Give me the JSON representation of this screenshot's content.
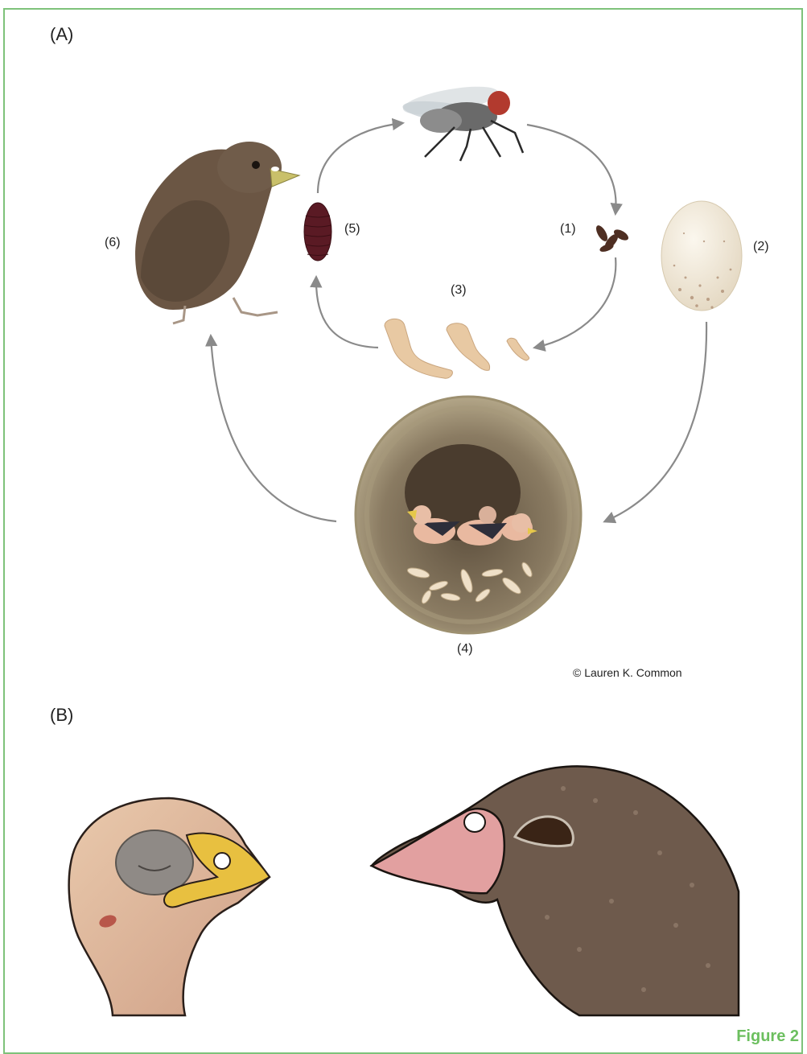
{
  "panels": {
    "a_label": "(A)",
    "b_label": "(B)"
  },
  "stages": {
    "s1": "(1)",
    "s2": "(2)",
    "s3": "(3)",
    "s4": "(4)",
    "s5": "(5)",
    "s6": "(6)"
  },
  "credit": "© Lauren K. Common",
  "figure_caption": "Figure 2",
  "colors": {
    "frame": "#7ec27a",
    "caption": "#6cbf5f",
    "arrow": "#8a8a8a"
  }
}
